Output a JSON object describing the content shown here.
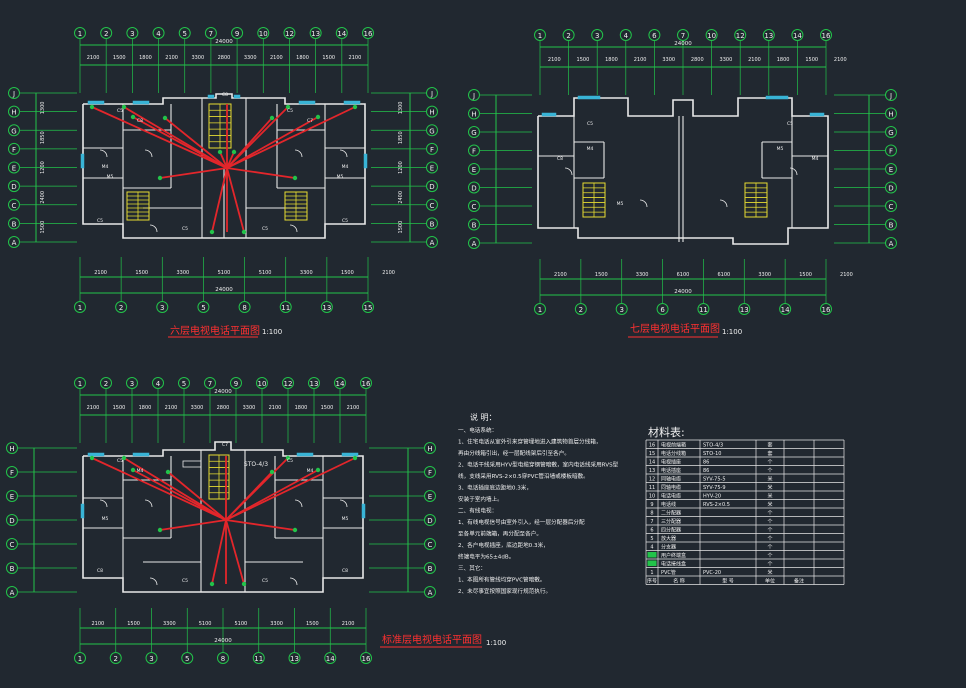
{
  "colors": {
    "background": "#212830",
    "wall": "#e8e8e8",
    "axis": "#22c34a",
    "dim_text": "#f0f0f0",
    "cable": "#e3262b",
    "stair": "#e6dc32",
    "fixture": "#39b4d6",
    "title": "#ff3030",
    "table_line": "#e6e6e6"
  },
  "plan1": {
    "title": "六层电视电话平面图",
    "scale": "1:100",
    "top_axes": [
      "1",
      "2",
      "3",
      "4",
      "5",
      "7",
      "9",
      "10",
      "12",
      "13",
      "14",
      "16"
    ],
    "bottom_axes": [
      "1",
      "2",
      "3",
      "5",
      "8",
      "11",
      "13",
      "15"
    ],
    "side_axes": [
      "J",
      "H",
      "G",
      "F",
      "E",
      "D",
      "C",
      "B",
      "A"
    ],
    "top_dims": [
      "2100",
      "1500",
      "1800",
      "2100",
      "3300",
      "2800",
      "3300",
      "2100",
      "1800",
      "1500",
      "2100"
    ],
    "top_total": "24000",
    "bottom_dims": [
      "2100",
      "1500",
      "3300",
      "5100",
      "5100",
      "3300",
      "1500",
      "2100"
    ],
    "bottom_total": "24000",
    "left_dims": [
      "1300",
      "1850",
      "1200",
      "2400",
      "1500"
    ],
    "room_labels": [
      "C5",
      "C5",
      "C5",
      "C5",
      "C5",
      "C5",
      "C8",
      "C8",
      "C7",
      "M4",
      "M4",
      "M5",
      "M5"
    ]
  },
  "plan2": {
    "title": "七层电视电话平面图",
    "scale": "1:100",
    "top_axes": [
      "1",
      "2",
      "3",
      "4",
      "6",
      "7",
      "10",
      "12",
      "13",
      "14",
      "16"
    ],
    "bottom_axes": [
      "1",
      "2",
      "3",
      "6",
      "11",
      "13",
      "14",
      "16"
    ],
    "side_axes": [
      "J",
      "H",
      "G",
      "F",
      "E",
      "D",
      "C",
      "B",
      "A"
    ],
    "top_dims": [
      "2100",
      "1500",
      "1800",
      "2100",
      "3300",
      "2800",
      "3300",
      "2100",
      "1800",
      "1500",
      "2100"
    ],
    "top_total": "24000",
    "bottom_dims": [
      "2100",
      "1500",
      "3300",
      "6100",
      "6100",
      "3300",
      "1500",
      "2100"
    ],
    "bottom_total": "24000",
    "room_labels": [
      "C5",
      "C5",
      "C8",
      "M4",
      "M4",
      "M5",
      "M5"
    ]
  },
  "plan3": {
    "title": "标准层电视电话平面图",
    "scale": "1:100",
    "top_axes": [
      "1",
      "2",
      "3",
      "4",
      "5",
      "7",
      "9",
      "10",
      "12",
      "13",
      "14",
      "16"
    ],
    "bottom_axes": [
      "1",
      "2",
      "3",
      "5",
      "8",
      "11",
      "13",
      "14",
      "16"
    ],
    "side_axes": [
      "H",
      "F",
      "E",
      "D",
      "C",
      "B",
      "A"
    ],
    "top_dims": [
      "2100",
      "1500",
      "1800",
      "2100",
      "3300",
      "2800",
      "3300",
      "2100",
      "1800",
      "1500",
      "2100"
    ],
    "top_total": "24000",
    "bottom_dims": [
      "2100",
      "1500",
      "3300",
      "5100",
      "5100",
      "3300",
      "1500",
      "2100"
    ],
    "bottom_total": "24000",
    "box_label": "STO-4/3",
    "room_labels": [
      "C5",
      "C5",
      "C5",
      "C5",
      "C8",
      "C8",
      "C7",
      "M4",
      "M4",
      "M5",
      "M5"
    ]
  },
  "notes": {
    "title": "说 明：",
    "lines": [
      "一、电话系统：",
      "1、住宅电话从室外引来穿管埋地进入建筑物首层分线箱，",
      "   再由分线箱引出，经一层配线架后引至各户。",
      "2、电话干线采用HYV型电缆穿钢管暗敷，室内电话线采用RVS型",
      "   线，支线采用RVS-2×0.5穿PVC管沿墙或楼板暗敷。",
      "3、电话插座底边距地0.3米，",
      "   安装于室内墙上。",
      "二、有线电视：",
      "1、有线电视信号由室外引入，经一层分配器后分配",
      "   至各单元前端箱，再分配至各户。",
      "2、各户电视插座，底边距地0.3米，",
      "   终端电平为65±4dB。",
      "三、其它：",
      "1、本图所有管线均穿PVC管暗敷。",
      "2、未尽事宜按照国家现行规范执行。"
    ]
  },
  "materials": {
    "title": "材料表:",
    "rows": [
      {
        "no": "16",
        "name": "电视前端箱",
        "spec": "STO-4/3",
        "unit": "套"
      },
      {
        "no": "15",
        "name": "电话分线箱",
        "spec": "STO-10",
        "unit": "套"
      },
      {
        "no": "14",
        "name": "电视插座",
        "spec": "86",
        "unit": "个"
      },
      {
        "no": "13",
        "name": "电话插座",
        "spec": "86",
        "unit": "个"
      },
      {
        "no": "12",
        "name": "同轴电缆",
        "spec": "SYV-75-5",
        "unit": "米"
      },
      {
        "no": "11",
        "name": "同轴电缆",
        "spec": "SYV-75-9",
        "unit": "米"
      },
      {
        "no": "10",
        "name": "电话电缆",
        "spec": "HYV-20",
        "unit": "米"
      },
      {
        "no": "9",
        "name": "电话线",
        "spec": "RVS-2×0.5",
        "unit": "米"
      },
      {
        "no": "8",
        "name": "二分配器",
        "spec": "",
        "unit": "个"
      },
      {
        "no": "7",
        "name": "三分配器",
        "spec": "",
        "unit": "个"
      },
      {
        "no": "6",
        "name": "四分配器",
        "spec": "",
        "unit": "个"
      },
      {
        "no": "5",
        "name": "放大器",
        "spec": "",
        "unit": "个"
      },
      {
        "no": "4",
        "name": "分支器",
        "spec": "",
        "unit": "个"
      },
      {
        "no": "3",
        "name": "用户终端盒",
        "spec": "",
        "unit": "个"
      },
      {
        "no": "2",
        "name": "电话接线盒",
        "spec": "",
        "unit": "个"
      },
      {
        "no": "1",
        "name": "PVC管",
        "spec": "PVC-20",
        "unit": "米"
      }
    ],
    "header": {
      "no": "序号",
      "name": "名 称",
      "spec": "型 号",
      "unit": "单位",
      "note": "备注"
    }
  }
}
